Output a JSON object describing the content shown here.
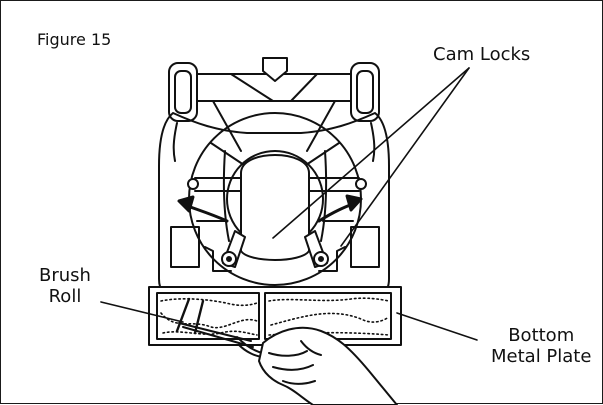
{
  "figure": {
    "number_label": "Figure 15"
  },
  "labels": {
    "cam_locks": "Cam Locks",
    "brush_roll_line1": "Brush",
    "brush_roll_line2": "Roll",
    "bottom_plate_line1": "Bottom",
    "bottom_plate_line2": "Metal Plate"
  },
  "colors": {
    "line": "#111111",
    "background": "#ffffff"
  }
}
